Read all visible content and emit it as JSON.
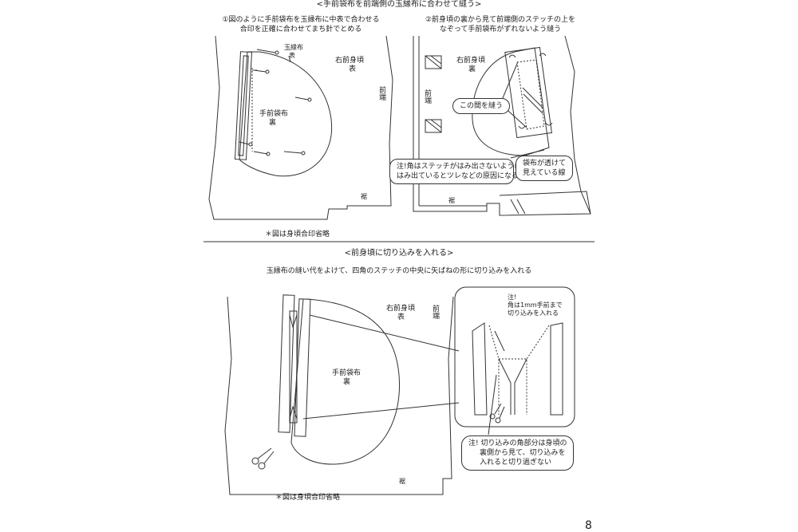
{
  "section1": {
    "title": "<手前袋布を前端側の玉縁布に合わせて縫う>",
    "step1": {
      "line1": "①図のように手前袋布を玉縁布に中表で合わせる",
      "line2": "合印を正確に合わせてまち針でとめる"
    },
    "step2": {
      "line1": "②前身頃の裏から見て前端側のステッチの上を",
      "line2": "なぞって手前袋布がずれないよう縫う"
    },
    "left": {
      "piping_label": "玉縁布",
      "piping_face": "表",
      "body_label": "右前身頃",
      "body_face": "表",
      "front_edge": "前端",
      "pocket_label": "手前袋布",
      "pocket_face": "裏",
      "hem": "裾"
    },
    "right": {
      "body_label": "右前身頃",
      "body_face": "裏",
      "front_edge": "前端",
      "sew_here": "この間を縫う",
      "note": "注!角はステッチがはみ出さないように",
      "note2": "はみ出ているとツレなどの原因になる",
      "seethrough1": "袋布が透けて",
      "seethrough2": "見えている線",
      "hem": "裾"
    },
    "footnote": "＊図は身頃合印省略"
  },
  "section2": {
    "title": "<前身頃に切り込みを入れる>",
    "instruction": "玉縁布の縫い代をよけて、四角のステッチの中央に矢ばねの形に切り込みを入れる",
    "body_label": "右前身頃",
    "body_face": "表",
    "front_edge": "前端",
    "pocket_label": "手前袋布",
    "pocket_face": "裏",
    "hem": "裾",
    "zoom_note1": "注!",
    "zoom_note2": "角は1mm手前まで",
    "zoom_note3": "切り込みを入れる",
    "bottom_note1": "注! 切り込みの角部分は身頃の",
    "bottom_note2": "裏側から見て、切り込みを",
    "bottom_note3": "入れると切り過ぎない",
    "footnote": "＊図は身頃合印省略"
  },
  "page_number": "8"
}
